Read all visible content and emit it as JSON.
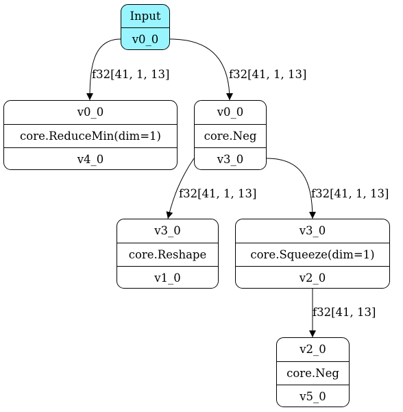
{
  "nodes": {
    "input": {
      "title": "Input",
      "output": "v0_0"
    },
    "reducemin": {
      "input": "v0_0",
      "op": "core.ReduceMin(dim=1)",
      "output": "v4_0"
    },
    "neg1": {
      "input": "v0_0",
      "op": "core.Neg",
      "output": "v3_0"
    },
    "reshape": {
      "input": "v3_0",
      "op": "core.Reshape",
      "output": "v1_0"
    },
    "squeeze": {
      "input": "v3_0",
      "op": "core.Squeeze(dim=1)",
      "output": "v2_0"
    },
    "neg2": {
      "input": "v2_0",
      "op": "core.Neg",
      "output": "v5_0"
    }
  },
  "edges": {
    "input_to_reducemin": "f32[41, 1, 13]",
    "input_to_neg1": "f32[41, 1, 13]",
    "neg1_to_reshape": "f32[41, 1, 13]",
    "neg1_to_squeeze": "f32[41, 1, 13]",
    "squeeze_to_neg2": "f32[41, 13]"
  },
  "colors": {
    "input_fill": "#98f5ff",
    "node_fill": "#ffffff",
    "stroke": "#000000"
  }
}
